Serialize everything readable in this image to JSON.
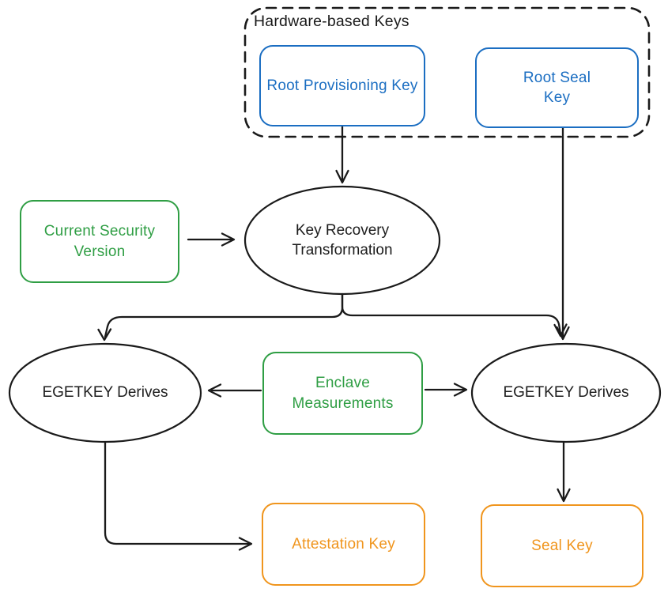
{
  "colors": {
    "stroke": "#1a1a1a",
    "blue": "#1b6ec2",
    "green": "#2f9e44",
    "orange": "#f0951d",
    "background": "#ffffff"
  },
  "container": {
    "label": "Hardware-based Keys"
  },
  "nodes": {
    "root_provisioning_key": {
      "label": "Root Provisioning Key",
      "shape": "rounded-rect",
      "color": "#1b6ec2"
    },
    "root_seal_key": {
      "label": "Root Seal\nKey",
      "shape": "rounded-rect",
      "color": "#1b6ec2"
    },
    "current_security_version": {
      "label": "Current Security\nVersion",
      "shape": "rounded-rect",
      "color": "#2f9e44"
    },
    "key_recovery_transformation": {
      "label": "Key Recovery\nTransformation",
      "shape": "ellipse",
      "color": "#1a1a1a"
    },
    "egetkey_derives_left": {
      "label": "EGETKEY Derives",
      "shape": "ellipse",
      "color": "#1a1a1a"
    },
    "enclave_measurements": {
      "label": "Enclave\nMeasurements",
      "shape": "rounded-rect",
      "color": "#2f9e44"
    },
    "egetkey_derives_right": {
      "label": "EGETKEY Derives",
      "shape": "ellipse",
      "color": "#1a1a1a"
    },
    "attestation_key": {
      "label": "Attestation Key",
      "shape": "rounded-rect",
      "color": "#f0951d"
    },
    "seal_key": {
      "label": "Seal Key",
      "shape": "rounded-rect",
      "color": "#f0951d"
    }
  },
  "edges": [
    {
      "from": "root_provisioning_key",
      "to": "key_recovery_transformation"
    },
    {
      "from": "root_seal_key",
      "to": "egetkey_derives_right"
    },
    {
      "from": "current_security_version",
      "to": "key_recovery_transformation"
    },
    {
      "from": "key_recovery_transformation",
      "to": "egetkey_derives_left"
    },
    {
      "from": "key_recovery_transformation",
      "to": "egetkey_derives_right"
    },
    {
      "from": "enclave_measurements",
      "to": "egetkey_derives_left"
    },
    {
      "from": "enclave_measurements",
      "to": "egetkey_derives_right"
    },
    {
      "from": "egetkey_derives_left",
      "to": "attestation_key"
    },
    {
      "from": "egetkey_derives_right",
      "to": "seal_key"
    }
  ]
}
